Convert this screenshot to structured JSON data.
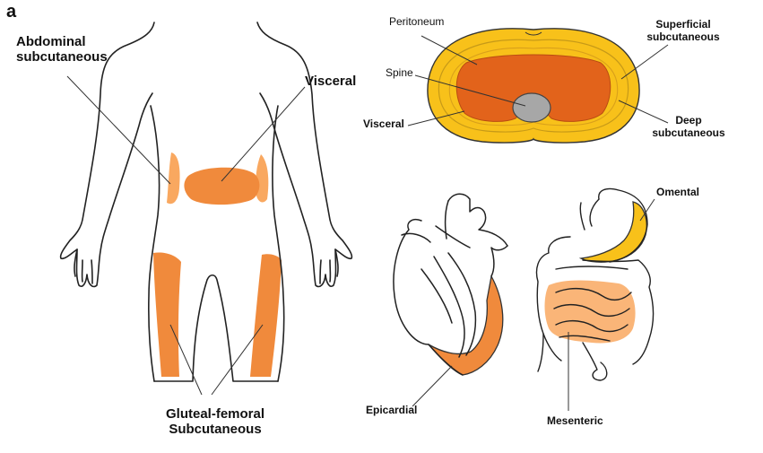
{
  "panel_letter": "a",
  "labels": {
    "abdominal_line1": "Abdominal",
    "abdominal_line2": "subcutaneous",
    "visceral_body": "Visceral",
    "gluteal_line1": "Gluteal-femoral",
    "gluteal_line2": "Subcutaneous",
    "peritoneum": "Peritoneum",
    "spine": "Spine",
    "visceral_cross": "Visceral",
    "superficial_line1": "Superficial",
    "superficial_line2": "subcutaneous",
    "deep_line1": "Deep",
    "deep_line2": "subcutaneous",
    "epicardial": "Epicardial",
    "omental": "Omental",
    "mesenteric": "Mesenteric"
  },
  "colors": {
    "fat_orange": "#F08A3C",
    "fat_pale": "#F9A860",
    "subcut_yellow": "#F8C11A",
    "visceral_orange": "#E2631B",
    "spine_gray": "#A7A7A7",
    "outline": "#222222"
  }
}
